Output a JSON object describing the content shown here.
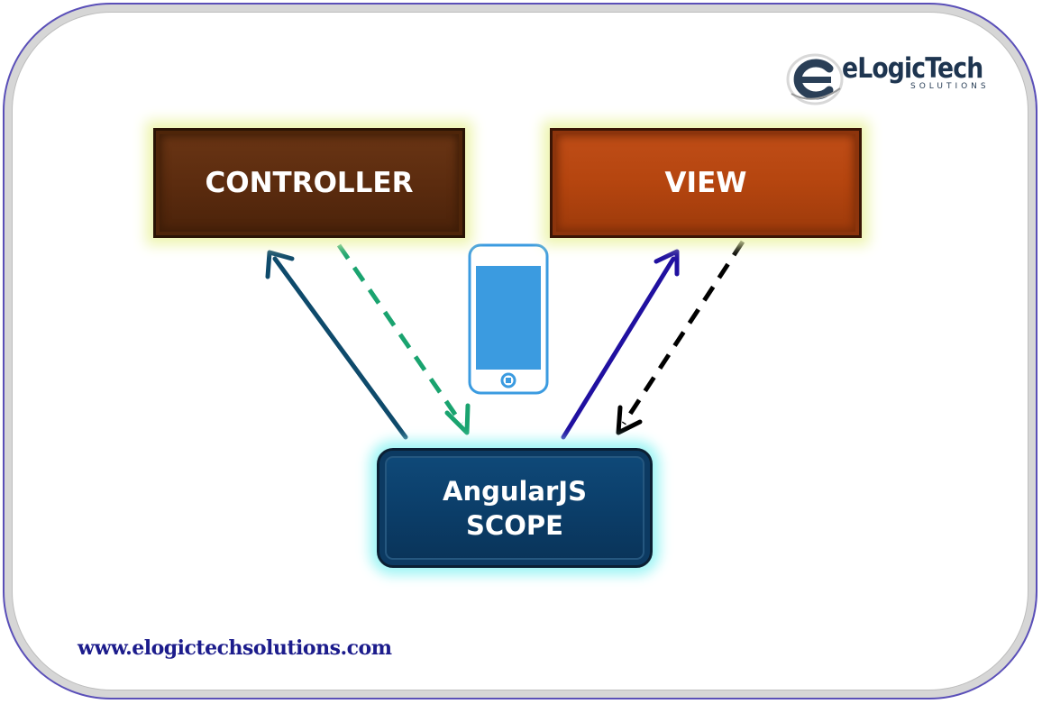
{
  "diagram": {
    "controller_label": "CONTROLLER",
    "view_label": "VIEW",
    "scope_line1": "AngularJS",
    "scope_line2": "SCOPE"
  },
  "brand": {
    "name": "eLogicTech",
    "tagline": "SOLUTIONS"
  },
  "footer": {
    "url": "www.elogictechsolutions.com"
  },
  "colors": {
    "controller_fill": "#5c2c0f",
    "view_fill": "#b5450f",
    "scope_fill": "#0b3d68",
    "scope_to_controller_arrow": "#0e4a6b",
    "controller_to_scope_arrow": "#1aa36f",
    "scope_to_view_arrow": "#2010a0",
    "view_to_scope_arrow": "#000000",
    "phone_screen": "#3b9be0",
    "url_text": "#1c1c8c"
  },
  "icons": [
    "phone-icon",
    "elogictech-logo-icon"
  ]
}
